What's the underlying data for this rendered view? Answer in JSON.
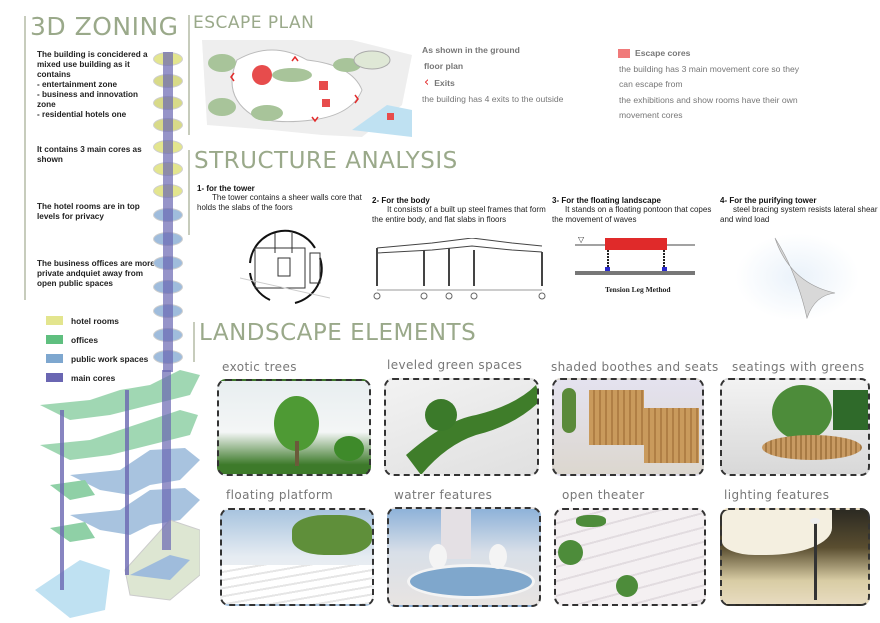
{
  "colors": {
    "heading": "#9aa98a",
    "hotel_rooms": "#e3e58e",
    "offices": "#5fbf7f",
    "public_work_spaces": "#7ea7cf",
    "main_cores": "#6a66b2",
    "escape_cores": "#f07a7a",
    "exit_arrow": "#e32b2b"
  },
  "zoning": {
    "title": "3D ZONING",
    "notes": [
      "The building is concidered a mixed use building as it contains\n- entertainment zone\n- business and innovation zone\n- residential hotels one",
      "It contains 3 main cores as shown",
      "The hotel rooms are in top levels for privacy",
      "The business offices are more private andquiet away from open public spaces"
    ],
    "legend": [
      {
        "label": "hotel rooms",
        "color": "#e3e58e"
      },
      {
        "label": "offices",
        "color": "#5fbf7f"
      },
      {
        "label": "public work spaces",
        "color": "#7ea7cf"
      },
      {
        "label": "main cores",
        "color": "#6a66b2"
      }
    ]
  },
  "escape_plan": {
    "title": "ESCAPE PLAN",
    "intro_line1": "As shown in the ground",
    "intro_line2": "floor plan",
    "exits_label": "Exits",
    "exits_text": "the building has 4 exits to the outside",
    "cores_label": "Escape cores",
    "cores_lines": [
      "the building has 3 main movement core so they",
      "can escape from",
      "the exhibitions and show rooms have their own",
      "movement cores"
    ]
  },
  "structure": {
    "title": "STRUCTURE ANALYSIS",
    "items": [
      {
        "title": "1- for the tower",
        "body": "The tower contains a sheer walls core that holds the slabs of the foors"
      },
      {
        "title": "2- For the body",
        "body": "It consists of a built up steel frames that form the entire body, and flat slabs in floors"
      },
      {
        "title": "3- For the floating landscape",
        "body": "It stands on a floating pontoon that copes the movement of waves"
      },
      {
        "title": "4- For the purifying tower",
        "body": "steel bracing system resists lateral shear and wind load"
      }
    ],
    "tension_leg_caption": "Tension Leg Method"
  },
  "landscape": {
    "title": "LANDSCAPE ELEMENTS",
    "items": [
      {
        "caption": "exotic trees"
      },
      {
        "caption": "leveled green spaces"
      },
      {
        "caption": "shaded boothes and seats"
      },
      {
        "caption": "seatings with greens"
      },
      {
        "caption": "floating platform"
      },
      {
        "caption": "watrer features"
      },
      {
        "caption": "open theater"
      },
      {
        "caption": "lighting features"
      }
    ]
  }
}
